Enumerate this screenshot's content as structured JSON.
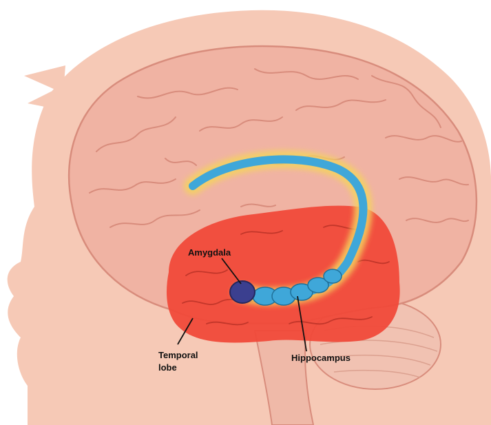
{
  "diagram": {
    "labels": {
      "amygdala": "Amygdala",
      "temporal_line1": "Temporal",
      "temporal_line2": "lobe",
      "hippocampus": "Hippocampus"
    },
    "colors": {
      "background": "#ffffff",
      "head_skin": "#f6c9b6",
      "brain": "#f0b3a3",
      "brain_outline": "#d88c7c",
      "temporal_lobe": "#f04a3a",
      "hippocampus": "#3fa7d9",
      "hippocampus_glow": "#f4d35e",
      "amygdala": "#3b3f8f",
      "cerebellum": "#f1c2b2",
      "label_text": "#111111"
    },
    "icons": [
      "brain-illustration"
    ]
  }
}
